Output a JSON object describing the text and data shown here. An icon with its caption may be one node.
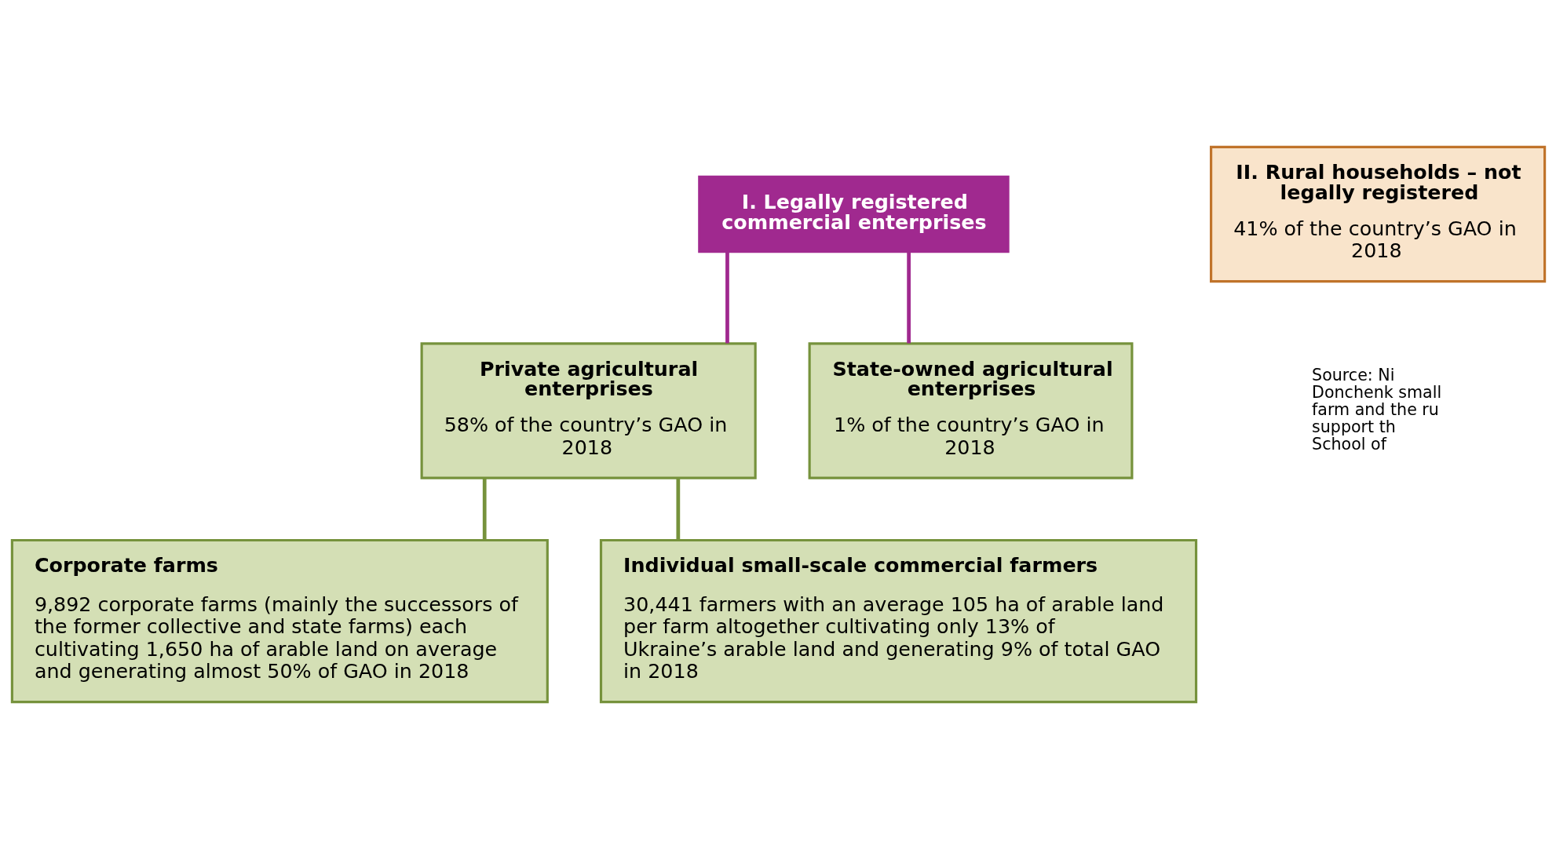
{
  "diagram": {
    "nodes": [
      {
        "text": [
          "I. Legally registered commercial enterprises"
        ]
      },
      {
        "text": [
          "Private agricultural enterprises",
          "58% of the country’s GAO in 2018"
        ]
      },
      {
        "text": [
          "State-owned agricultural enterprises",
          "1% of the country’s GAO in 2018"
        ]
      },
      {
        "text": [
          "Corporate farms",
          "9,892 corporate farms (mainly the successors of the former collective and state farms) each cultivating 1,650 ha of arable land on average and generating almost 50% of GAO in 2018"
        ]
      },
      {
        "text": [
          "Individual small-scale commercial farmers",
          "30,441 farmers with an average 105 ha of arable land per farm altogether cultivating only 13% of Ukraine’s arable land and generating 9% of total GAO in 2018"
        ]
      },
      {
        "text": [
          "II. Rural households – not legally registered",
          "41% of the country’s GAO in 2018"
        ]
      }
    ],
    "edges": [
      {
        "from": 0,
        "to": 1,
        "arrow": "none",
        "color": "#a0298f"
      },
      {
        "from": 0,
        "to": 2,
        "arrow": "none",
        "color": "#a0298f"
      },
      {
        "from": 1,
        "to": 3,
        "arrow": "none",
        "color": "#76923c"
      },
      {
        "from": 1,
        "to": 4,
        "arrow": "none",
        "color": "#76923c"
      }
    ],
    "labels": [
      "Source: Ni Donchenk small farm and the ru support th School of"
    ]
  }
}
